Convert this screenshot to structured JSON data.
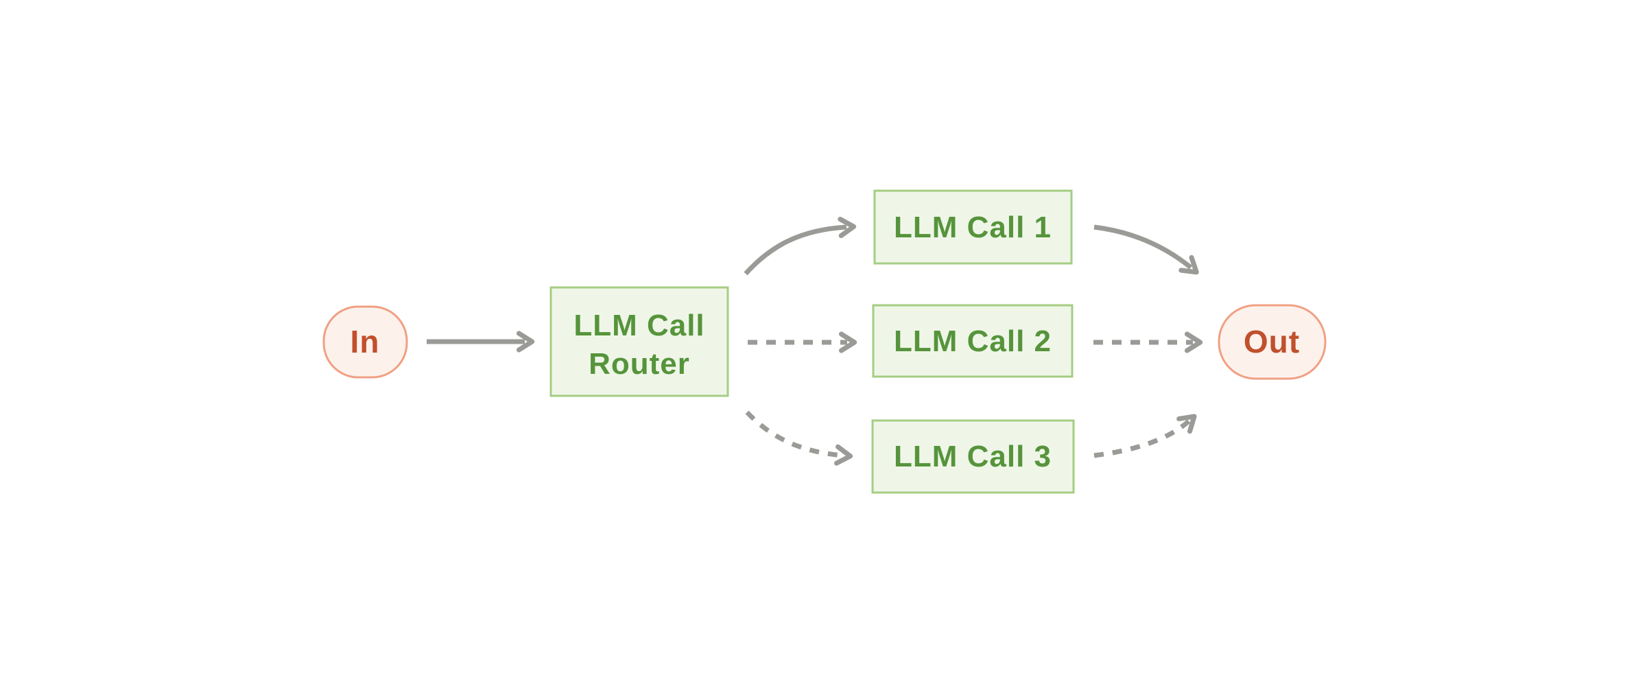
{
  "diagram": {
    "type": "flowchart",
    "description": "Routing workflow: input routed by an LLM call router to one of three LLM calls, then to output",
    "nodes": {
      "input": {
        "label": "In"
      },
      "router": {
        "label_line1": "LLM Call",
        "label_line2": "Router"
      },
      "call1": {
        "label": "LLM Call 1"
      },
      "call2": {
        "label": "LLM Call 2"
      },
      "call3": {
        "label": "LLM Call 3"
      },
      "output": {
        "label": "Out"
      }
    },
    "edges": [
      {
        "from": "In",
        "to": "LLM Call Router",
        "style": "solid"
      },
      {
        "from": "LLM Call Router",
        "to": "LLM Call 1",
        "style": "solid"
      },
      {
        "from": "LLM Call Router",
        "to": "LLM Call 2",
        "style": "dashed"
      },
      {
        "from": "LLM Call Router",
        "to": "LLM Call 3",
        "style": "dashed"
      },
      {
        "from": "LLM Call 1",
        "to": "Out",
        "style": "solid"
      },
      {
        "from": "LLM Call 2",
        "to": "Out",
        "style": "dashed"
      },
      {
        "from": "LLM Call 3",
        "to": "Out",
        "style": "dashed"
      }
    ],
    "colors": {
      "background": "#ffffff",
      "green_fill": "#eff6e8",
      "green_border": "#a5cd83",
      "green_text": "#56943b",
      "pink_fill": "#fdf1ec",
      "pink_border": "#f0a083",
      "red_text": "#c0502c",
      "arrow": "#9a9a97"
    }
  }
}
